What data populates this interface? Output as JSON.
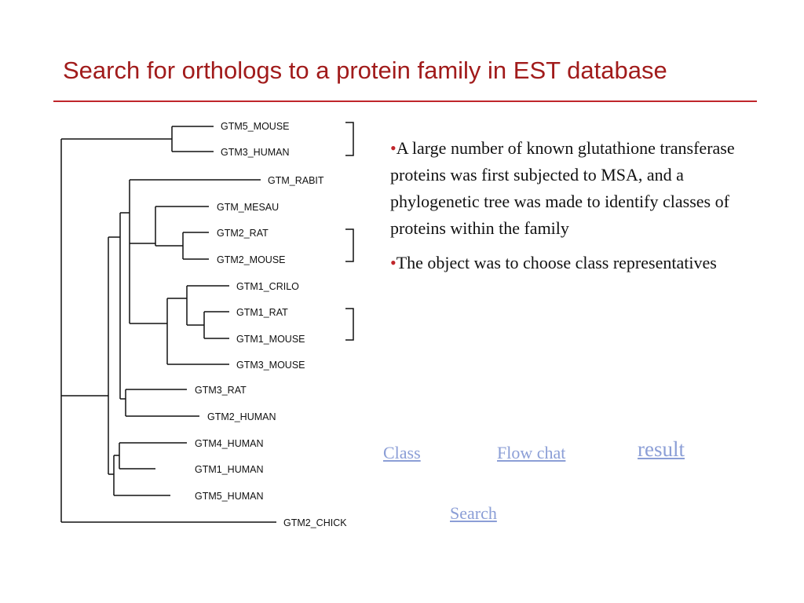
{
  "slide": {
    "title": "Search for orthologs to a protein family in EST database"
  },
  "tree": {
    "leaves": [
      "GTM5_MOUSE",
      "GTM3_HUMAN",
      "GTM_RABIT",
      "GTM_MESAU",
      "GTM2_RAT",
      "GTM2_MOUSE",
      "GTM1_CRILO",
      "GTM1_RAT",
      "GTM1_MOUSE",
      "GTM3_MOUSE",
      "GTM3_RAT",
      "GTM2_HUMAN",
      "GTM4_HUMAN",
      "GTM1_HUMAN",
      "GTM5_HUMAN",
      "GTM2_CHICK"
    ]
  },
  "bullets": [
    {
      "marker": "•",
      "text": "A large number of known glutathione transferase proteins was first subjected to MSA, and a phylogenetic tree was made to identify classes of proteins within the family"
    },
    {
      "marker": "•",
      "text": "The object was to choose class representatives"
    }
  ],
  "links": {
    "class": "Class",
    "flow_chat": "Flow chat",
    "result": "result",
    "search": "Search"
  },
  "colors": {
    "title": "#a11b1b",
    "rule": "#c0262b",
    "bullet": "#c0262b",
    "link": "#8b9ed6",
    "tree_lines": "#111111"
  }
}
